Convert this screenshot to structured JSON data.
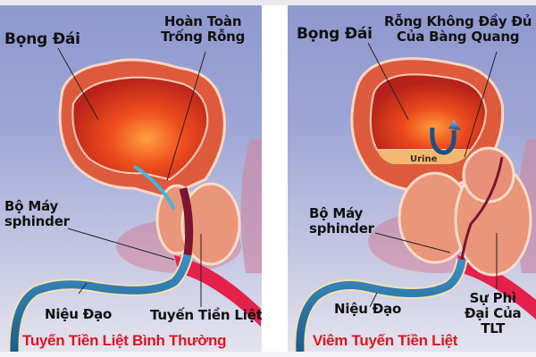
{
  "left_panel": {
    "title_label": "Bọng Đái",
    "top_right_label_line1": "Hoàn Toàn",
    "top_right_label_line2": "Trống Rỗng",
    "sphincter_label_line1": "Bộ Máy",
    "sphincter_label_line2": "sphinder",
    "urethra_label": "Niệu Đạo",
    "prostate_label": "Tuyến Tiền Liệt",
    "caption": "Tuyến Tiền Liệt Bình Thường"
  },
  "right_panel": {
    "title_label": "Bọng Đái",
    "top_right_label_line1": "Rỗng Không Đầy Đủ",
    "top_right_label_line2": "Của Bàng Quang",
    "urine_label": "Urine",
    "sphincter_label_line1": "Bộ Máy",
    "sphincter_label_line2": "sphinder",
    "urethra_label": "Niệu Đạo",
    "prostate_label_line1": "Sự Phì",
    "prostate_label_line2": "Đại Của",
    "prostate_label_line3": "TLT",
    "caption": "Viêm Tuyến Tiền Liệt"
  },
  "colors": {
    "background_top": "#8f98cf",
    "background_bottom": "#e4e3ef",
    "bladder_wall": "#e0563a",
    "bladder_inner": "#e8401c",
    "prostate": "#e99378",
    "urethra": "#2f74a6",
    "caption_red": "#e0141e",
    "urine": "#f2b770"
  }
}
